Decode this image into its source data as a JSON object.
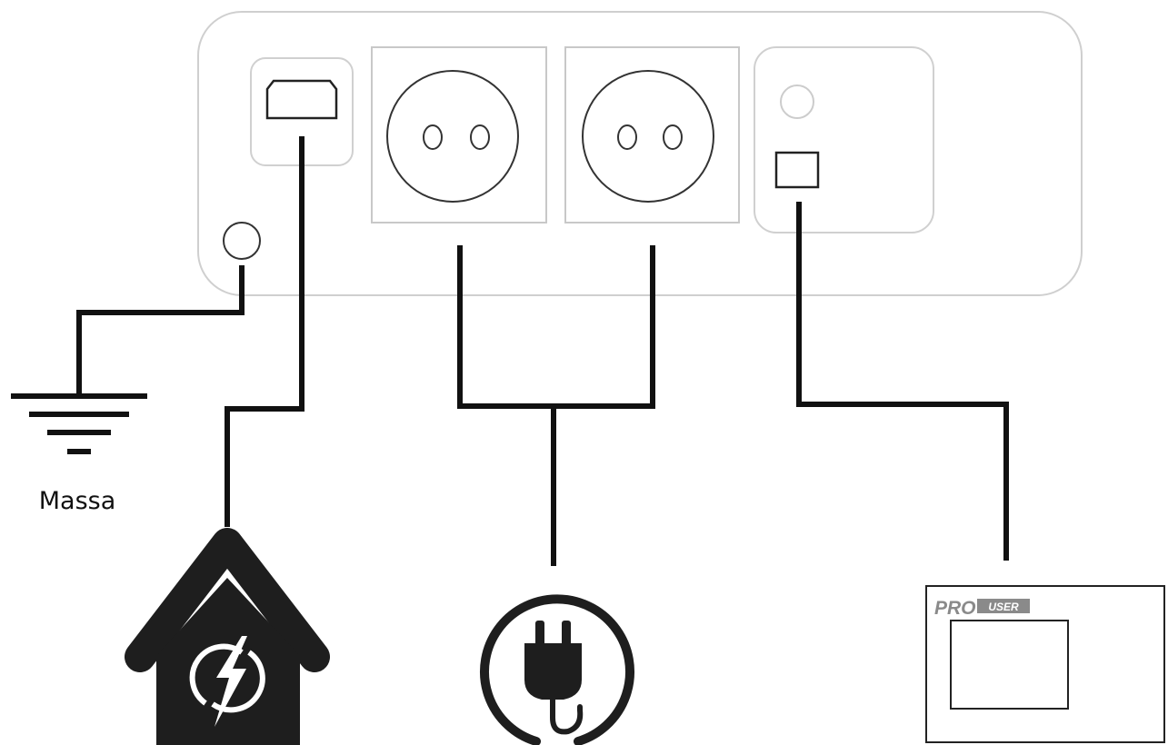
{
  "labels": {
    "ground": "Massa"
  },
  "colors": {
    "wire": "#111111",
    "outline": "#c8c8c8",
    "outline_dark": "#333333",
    "icon_fill": "#1e1e1e",
    "logo_fill": "#8a8a8a"
  },
  "icons": {
    "ground": "ground-symbol-icon",
    "house": "house-power-icon",
    "plug": "power-plug-icon",
    "device": "prouser-device-icon"
  },
  "device": {
    "logo_main": "PRO",
    "logo_tag": "USER"
  }
}
